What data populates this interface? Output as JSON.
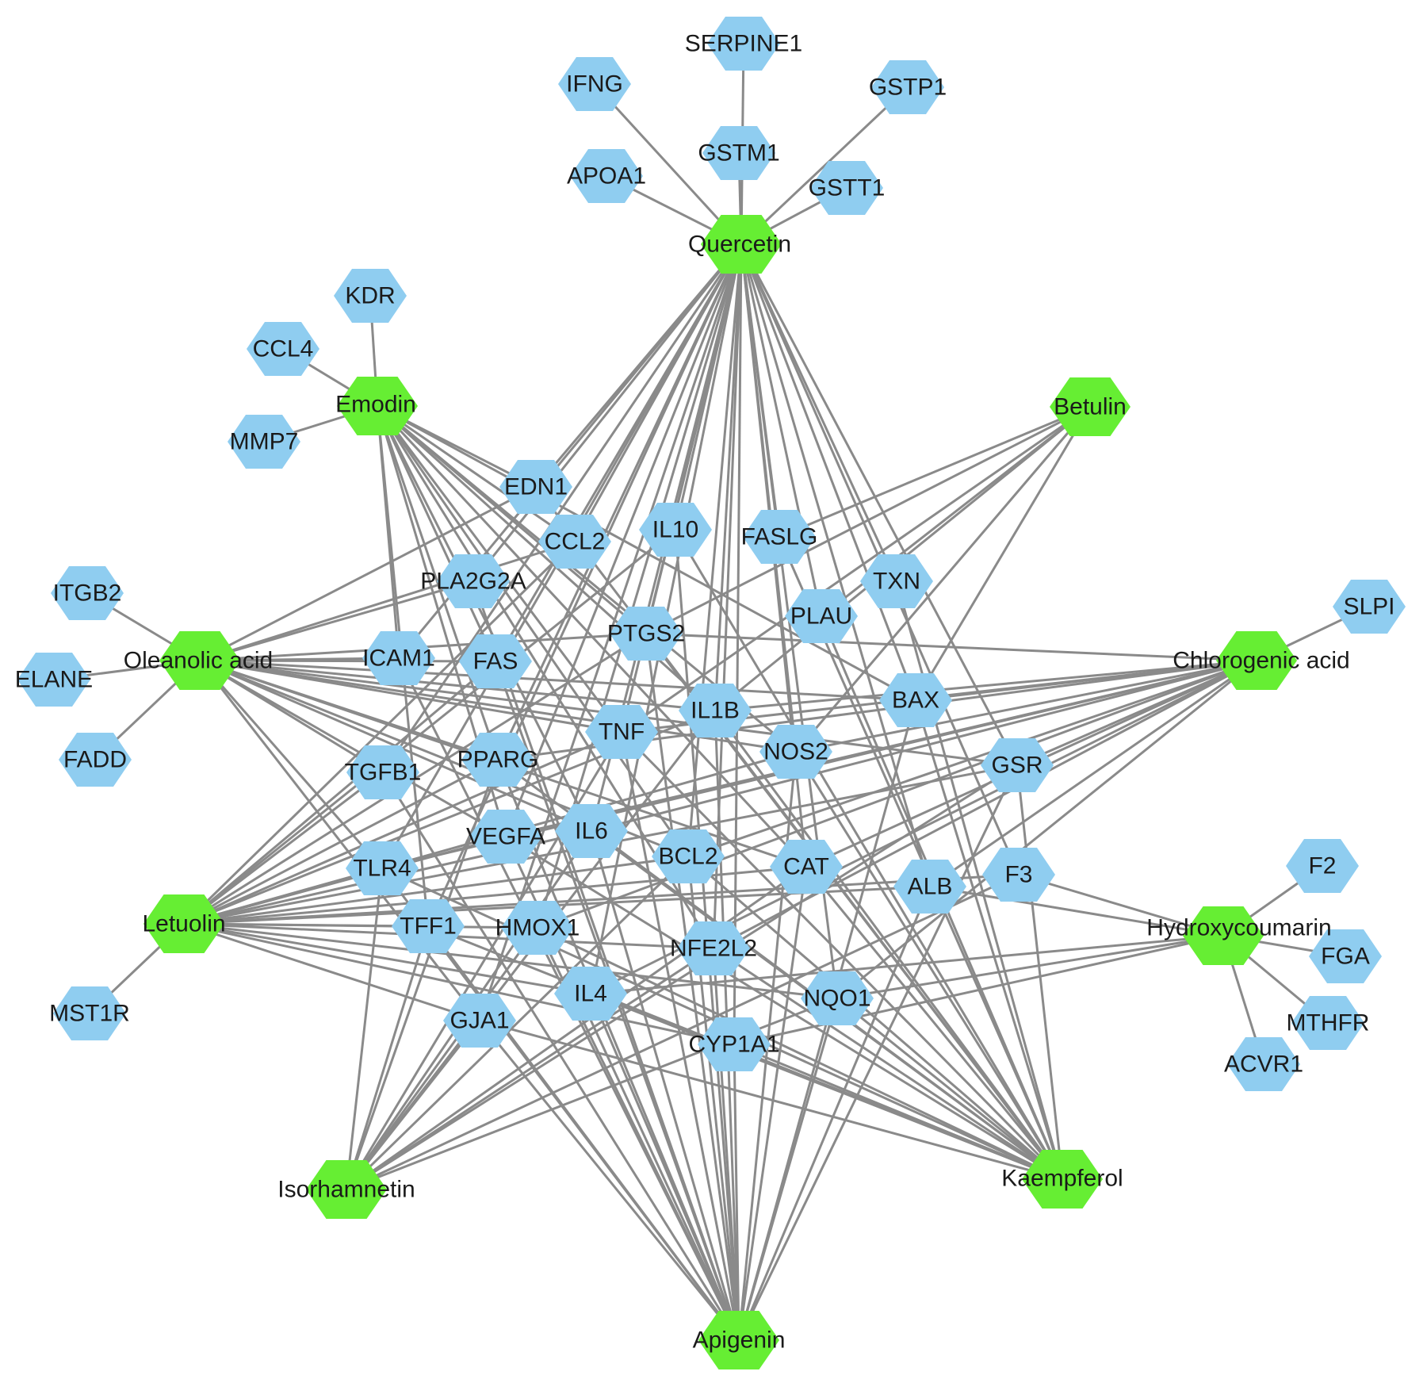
{
  "colors": {
    "compound": "#66ee33",
    "target": "#8fcdf0",
    "edge": "#8a8a8a",
    "label": "#1a1a1a"
  },
  "compounds": [
    {
      "id": "Quercetin",
      "label": "Quercetin"
    },
    {
      "id": "Emodin",
      "label": "Emodin"
    },
    {
      "id": "Betulin",
      "label": "Betulin"
    },
    {
      "id": "Oleanolic acid",
      "label": "Oleanolic acid"
    },
    {
      "id": "Chlorogenic acid",
      "label": "Chlorogenic acid"
    },
    {
      "id": "Letuolin",
      "label": "Letuolin"
    },
    {
      "id": "Hydroxycoumarin",
      "label": "Hydroxycoumarin"
    },
    {
      "id": "Isorhamnetin",
      "label": "Isorhamnetin"
    },
    {
      "id": "Kaempferol",
      "label": "Kaempferol"
    },
    {
      "id": "Apigenin",
      "label": "Apigenin"
    }
  ],
  "targets": [
    {
      "id": "SERPINE1",
      "label": "SERPINE1"
    },
    {
      "id": "IFNG",
      "label": "IFNG"
    },
    {
      "id": "GSTP1",
      "label": "GSTP1"
    },
    {
      "id": "GSTM1",
      "label": "GSTM1"
    },
    {
      "id": "APOA1",
      "label": "APOA1"
    },
    {
      "id": "GSTT1",
      "label": "GSTT1"
    },
    {
      "id": "KDR",
      "label": "KDR"
    },
    {
      "id": "CCL4",
      "label": "CCL4"
    },
    {
      "id": "MMP7",
      "label": "MMP7"
    },
    {
      "id": "ITGB2",
      "label": "ITGB2"
    },
    {
      "id": "ELANE",
      "label": "ELANE"
    },
    {
      "id": "FADD",
      "label": "FADD"
    },
    {
      "id": "SLPI",
      "label": "SLPI"
    },
    {
      "id": "F2",
      "label": "F2"
    },
    {
      "id": "FGA",
      "label": "FGA"
    },
    {
      "id": "MTHFR",
      "label": "MTHFR"
    },
    {
      "id": "ACVR1",
      "label": "ACVR1"
    },
    {
      "id": "MST1R",
      "label": "MST1R"
    },
    {
      "id": "EDN1",
      "label": "EDN1"
    },
    {
      "id": "IL10",
      "label": "IL10"
    },
    {
      "id": "CCL2",
      "label": "CCL2"
    },
    {
      "id": "FASLG",
      "label": "FASLG"
    },
    {
      "id": "TXN",
      "label": "TXN"
    },
    {
      "id": "PLA2G2A",
      "label": "PLA2G2A"
    },
    {
      "id": "PLAU",
      "label": "PLAU"
    },
    {
      "id": "PTGS2",
      "label": "PTGS2"
    },
    {
      "id": "ICAM1",
      "label": "ICAM1"
    },
    {
      "id": "FAS",
      "label": "FAS"
    },
    {
      "id": "BAX",
      "label": "BAX"
    },
    {
      "id": "IL1B",
      "label": "IL1B"
    },
    {
      "id": "TNF",
      "label": "TNF"
    },
    {
      "id": "NOS2",
      "label": "NOS2"
    },
    {
      "id": "GSR",
      "label": "GSR"
    },
    {
      "id": "TGFB1",
      "label": "TGFB1"
    },
    {
      "id": "PPARG",
      "label": "PPARG"
    },
    {
      "id": "VEGFA",
      "label": "VEGFA"
    },
    {
      "id": "IL6",
      "label": "IL6"
    },
    {
      "id": "BCL2",
      "label": "BCL2"
    },
    {
      "id": "CAT",
      "label": "CAT"
    },
    {
      "id": "ALB",
      "label": "ALB"
    },
    {
      "id": "F3",
      "label": "F3"
    },
    {
      "id": "TLR4",
      "label": "TLR4"
    },
    {
      "id": "TFF1",
      "label": "TFF1"
    },
    {
      "id": "HMOX1",
      "label": "HMOX1"
    },
    {
      "id": "NFE2L2",
      "label": "NFE2L2"
    },
    {
      "id": "IL4",
      "label": "IL4"
    },
    {
      "id": "NQO1",
      "label": "NQO1"
    },
    {
      "id": "GJA1",
      "label": "GJA1"
    },
    {
      "id": "CYP1A1",
      "label": "CYP1A1"
    }
  ],
  "edges": [
    [
      "Quercetin",
      "SERPINE1"
    ],
    [
      "Quercetin",
      "IFNG"
    ],
    [
      "Quercetin",
      "GSTP1"
    ],
    [
      "Quercetin",
      "GSTM1"
    ],
    [
      "Quercetin",
      "APOA1"
    ],
    [
      "Quercetin",
      "GSTT1"
    ],
    [
      "Quercetin",
      "EDN1"
    ],
    [
      "Quercetin",
      "IL10"
    ],
    [
      "Quercetin",
      "CCL2"
    ],
    [
      "Quercetin",
      "FASLG"
    ],
    [
      "Quercetin",
      "TXN"
    ],
    [
      "Quercetin",
      "PLA2G2A"
    ],
    [
      "Quercetin",
      "PLAU"
    ],
    [
      "Quercetin",
      "PTGS2"
    ],
    [
      "Quercetin",
      "ICAM1"
    ],
    [
      "Quercetin",
      "FAS"
    ],
    [
      "Quercetin",
      "BAX"
    ],
    [
      "Quercetin",
      "IL1B"
    ],
    [
      "Quercetin",
      "TNF"
    ],
    [
      "Quercetin",
      "NOS2"
    ],
    [
      "Quercetin",
      "GSR"
    ],
    [
      "Quercetin",
      "TGFB1"
    ],
    [
      "Quercetin",
      "PPARG"
    ],
    [
      "Quercetin",
      "VEGFA"
    ],
    [
      "Quercetin",
      "IL6"
    ],
    [
      "Quercetin",
      "BCL2"
    ],
    [
      "Quercetin",
      "CAT"
    ],
    [
      "Quercetin",
      "ALB"
    ],
    [
      "Quercetin",
      "F3"
    ],
    [
      "Quercetin",
      "TLR4"
    ],
    [
      "Quercetin",
      "TFF1"
    ],
    [
      "Quercetin",
      "HMOX1"
    ],
    [
      "Quercetin",
      "NFE2L2"
    ],
    [
      "Quercetin",
      "IL4"
    ],
    [
      "Quercetin",
      "NQO1"
    ],
    [
      "Quercetin",
      "GJA1"
    ],
    [
      "Quercetin",
      "CYP1A1"
    ],
    [
      "Emodin",
      "KDR"
    ],
    [
      "Emodin",
      "CCL4"
    ],
    [
      "Emodin",
      "MMP7"
    ],
    [
      "Emodin",
      "EDN1"
    ],
    [
      "Emodin",
      "CCL2"
    ],
    [
      "Emodin",
      "PTGS2"
    ],
    [
      "Emodin",
      "ICAM1"
    ],
    [
      "Emodin",
      "FAS"
    ],
    [
      "Emodin",
      "IL1B"
    ],
    [
      "Emodin",
      "TNF"
    ],
    [
      "Emodin",
      "NOS2"
    ],
    [
      "Emodin",
      "PPARG"
    ],
    [
      "Emodin",
      "VEGFA"
    ],
    [
      "Emodin",
      "IL6"
    ],
    [
      "Emodin",
      "BCL2"
    ],
    [
      "Emodin",
      "CAT"
    ],
    [
      "Emodin",
      "BAX"
    ],
    [
      "Emodin",
      "TFF1"
    ],
    [
      "Emodin",
      "NFE2L2"
    ],
    [
      "Betulin",
      "PLAU"
    ],
    [
      "Betulin",
      "PTGS2"
    ],
    [
      "Betulin",
      "BAX"
    ],
    [
      "Betulin",
      "FASLG"
    ],
    [
      "Betulin",
      "TNF"
    ],
    [
      "Betulin",
      "IL1B"
    ],
    [
      "Betulin",
      "NOS2"
    ],
    [
      "Oleanolic acid",
      "ITGB2"
    ],
    [
      "Oleanolic acid",
      "ELANE"
    ],
    [
      "Oleanolic acid",
      "FADD"
    ],
    [
      "Oleanolic acid",
      "EDN1"
    ],
    [
      "Oleanolic acid",
      "CCL2"
    ],
    [
      "Oleanolic acid",
      "PLA2G2A"
    ],
    [
      "Oleanolic acid",
      "PTGS2"
    ],
    [
      "Oleanolic acid",
      "ICAM1"
    ],
    [
      "Oleanolic acid",
      "FAS"
    ],
    [
      "Oleanolic acid",
      "BAX"
    ],
    [
      "Oleanolic acid",
      "IL1B"
    ],
    [
      "Oleanolic acid",
      "TNF"
    ],
    [
      "Oleanolic acid",
      "NOS2"
    ],
    [
      "Oleanolic acid",
      "PPARG"
    ],
    [
      "Oleanolic acid",
      "VEGFA"
    ],
    [
      "Oleanolic acid",
      "IL6"
    ],
    [
      "Oleanolic acid",
      "BCL2"
    ],
    [
      "Oleanolic acid",
      "CAT"
    ],
    [
      "Oleanolic acid",
      "GSR"
    ],
    [
      "Oleanolic acid",
      "TGFB1"
    ],
    [
      "Oleanolic acid",
      "TLR4"
    ],
    [
      "Oleanolic acid",
      "GJA1"
    ],
    [
      "Chlorogenic acid",
      "SLPI"
    ],
    [
      "Chlorogenic acid",
      "PTGS2"
    ],
    [
      "Chlorogenic acid",
      "BAX"
    ],
    [
      "Chlorogenic acid",
      "IL1B"
    ],
    [
      "Chlorogenic acid",
      "TNF"
    ],
    [
      "Chlorogenic acid",
      "NOS2"
    ],
    [
      "Chlorogenic acid",
      "GSR"
    ],
    [
      "Chlorogenic acid",
      "PPARG"
    ],
    [
      "Chlorogenic acid",
      "VEGFA"
    ],
    [
      "Chlorogenic acid",
      "IL6"
    ],
    [
      "Chlorogenic acid",
      "BCL2"
    ],
    [
      "Chlorogenic acid",
      "CAT"
    ],
    [
      "Chlorogenic acid",
      "ALB"
    ],
    [
      "Chlorogenic acid",
      "NFE2L2"
    ],
    [
      "Chlorogenic acid",
      "HMOX1"
    ],
    [
      "Chlorogenic acid",
      "NQO1"
    ],
    [
      "Chlorogenic acid",
      "TLR4"
    ],
    [
      "Chlorogenic acid",
      "IL4"
    ],
    [
      "Letuolin",
      "MST1R"
    ],
    [
      "Letuolin",
      "PTGS2"
    ],
    [
      "Letuolin",
      "IL1B"
    ],
    [
      "Letuolin",
      "TNF"
    ],
    [
      "Letuolin",
      "NOS2"
    ],
    [
      "Letuolin",
      "PPARG"
    ],
    [
      "Letuolin",
      "VEGFA"
    ],
    [
      "Letuolin",
      "IL6"
    ],
    [
      "Letuolin",
      "BCL2"
    ],
    [
      "Letuolin",
      "CAT"
    ],
    [
      "Letuolin",
      "TLR4"
    ],
    [
      "Letuolin",
      "TFF1"
    ],
    [
      "Letuolin",
      "HMOX1"
    ],
    [
      "Letuolin",
      "NFE2L2"
    ],
    [
      "Letuolin",
      "IL4"
    ],
    [
      "Letuolin",
      "NQO1"
    ],
    [
      "Letuolin",
      "GJA1"
    ],
    [
      "Letuolin",
      "CYP1A1"
    ],
    [
      "Letuolin",
      "IL10"
    ],
    [
      "Letuolin",
      "TGFB1"
    ],
    [
      "Letuolin",
      "GSR"
    ],
    [
      "Letuolin",
      "ALB"
    ],
    [
      "Letuolin",
      "F3"
    ],
    [
      "Letuolin",
      "FAS"
    ],
    [
      "Letuolin",
      "CCL2"
    ],
    [
      "Hydroxycoumarin",
      "F2"
    ],
    [
      "Hydroxycoumarin",
      "FGA"
    ],
    [
      "Hydroxycoumarin",
      "MTHFR"
    ],
    [
      "Hydroxycoumarin",
      "ACVR1"
    ],
    [
      "Hydroxycoumarin",
      "F3"
    ],
    [
      "Hydroxycoumarin",
      "ALB"
    ],
    [
      "Hydroxycoumarin",
      "CYP1A1"
    ],
    [
      "Hydroxycoumarin",
      "IL4"
    ],
    [
      "Hydroxycoumarin",
      "NQO1"
    ],
    [
      "Isorhamnetin",
      "IL6"
    ],
    [
      "Isorhamnetin",
      "TNF"
    ],
    [
      "Isorhamnetin",
      "PPARG"
    ],
    [
      "Isorhamnetin",
      "HMOX1"
    ],
    [
      "Isorhamnetin",
      "NFE2L2"
    ],
    [
      "Isorhamnetin",
      "GJA1"
    ],
    [
      "Isorhamnetin",
      "CAT"
    ],
    [
      "Isorhamnetin",
      "NQO1"
    ],
    [
      "Isorhamnetin",
      "GSR"
    ],
    [
      "Isorhamnetin",
      "IL1B"
    ],
    [
      "Isorhamnetin",
      "TLR4"
    ],
    [
      "Isorhamnetin",
      "TFF1"
    ],
    [
      "Isorhamnetin",
      "BCL2"
    ],
    [
      "Isorhamnetin",
      "F3"
    ],
    [
      "Kaempferol",
      "IL1B"
    ],
    [
      "Kaempferol",
      "TNF"
    ],
    [
      "Kaempferol",
      "NOS2"
    ],
    [
      "Kaempferol",
      "PTGS2"
    ],
    [
      "Kaempferol",
      "IL6"
    ],
    [
      "Kaempferol",
      "BCL2"
    ],
    [
      "Kaempferol",
      "CAT"
    ],
    [
      "Kaempferol",
      "BAX"
    ],
    [
      "Kaempferol",
      "GSR"
    ],
    [
      "Kaempferol",
      "PPARG"
    ],
    [
      "Kaempferol",
      "VEGFA"
    ],
    [
      "Kaempferol",
      "HMOX1"
    ],
    [
      "Kaempferol",
      "NFE2L2"
    ],
    [
      "Kaempferol",
      "NQO1"
    ],
    [
      "Kaempferol",
      "TLR4"
    ],
    [
      "Kaempferol",
      "TXN"
    ],
    [
      "Kaempferol",
      "PLAU"
    ],
    [
      "Kaempferol",
      "IL10"
    ],
    [
      "Kaempferol",
      "FASLG"
    ],
    [
      "Kaempferol",
      "CYP1A1"
    ],
    [
      "Kaempferol",
      "IL4"
    ],
    [
      "Kaempferol",
      "TFF1"
    ],
    [
      "Kaempferol",
      "GJA1"
    ],
    [
      "Kaempferol",
      "EDN1"
    ],
    [
      "Apigenin",
      "IL1B"
    ],
    [
      "Apigenin",
      "TNF"
    ],
    [
      "Apigenin",
      "NOS2"
    ],
    [
      "Apigenin",
      "PTGS2"
    ],
    [
      "Apigenin",
      "IL6"
    ],
    [
      "Apigenin",
      "BCL2"
    ],
    [
      "Apigenin",
      "CAT"
    ],
    [
      "Apigenin",
      "PPARG"
    ],
    [
      "Apigenin",
      "VEGFA"
    ],
    [
      "Apigenin",
      "HMOX1"
    ],
    [
      "Apigenin",
      "NFE2L2"
    ],
    [
      "Apigenin",
      "NQO1"
    ],
    [
      "Apigenin",
      "TLR4"
    ],
    [
      "Apigenin",
      "IL10"
    ],
    [
      "Apigenin",
      "CYP1A1"
    ],
    [
      "Apigenin",
      "IL4"
    ],
    [
      "Apigenin",
      "GJA1"
    ],
    [
      "Apigenin",
      "TGFB1"
    ],
    [
      "Apigenin",
      "GSR"
    ],
    [
      "Apigenin",
      "BAX"
    ],
    [
      "Apigenin",
      "TFF1"
    ],
    [
      "Apigenin",
      "ALB"
    ],
    [
      "Apigenin",
      "FAS"
    ],
    [
      "Apigenin",
      "PLA2G2A"
    ],
    [
      "Apigenin",
      "ICAM1"
    ]
  ]
}
